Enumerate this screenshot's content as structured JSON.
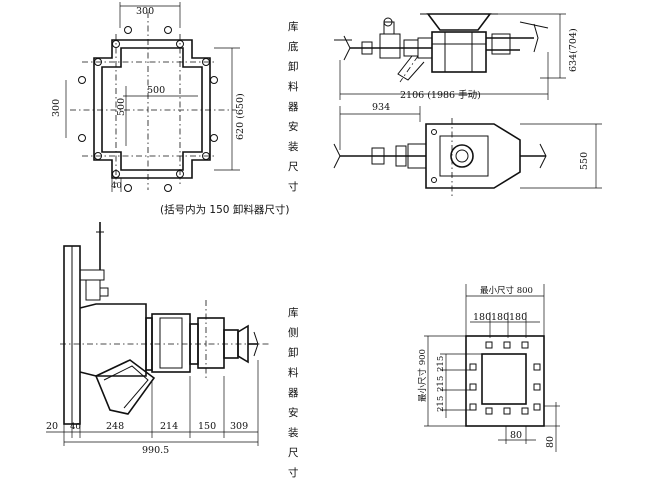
{
  "captions": {
    "bottom_unloader": [
      "库",
      "底",
      "卸",
      "料",
      "器",
      "安",
      "装",
      "尺",
      "寸"
    ],
    "side_unloader": [
      "库",
      "侧",
      "卸",
      "料",
      "器",
      "安",
      "装",
      "尺",
      "寸"
    ],
    "note": "(括号内为 150 卸料器尺寸)"
  },
  "bottom_plan": {
    "dim_top": "300",
    "dim_left": "300",
    "dim_center_h": "500",
    "dim_center_v": "500",
    "dim_right": "620 (650)",
    "dim_bottom": "40"
  },
  "bottom_elevation": {
    "dim_height": "634(704)",
    "dim_length": "2106 (1986 手动)"
  },
  "bottom_top_view": {
    "dim_offset": "934",
    "dim_height": "550"
  },
  "side_elevation": {
    "dims": [
      "20",
      "40",
      "248",
      "214",
      "150",
      "309"
    ],
    "dim_total": "990.5"
  },
  "side_plan": {
    "dim_min_width": "最小尺寸 800",
    "dim_spacing": [
      "180",
      "180",
      "180"
    ],
    "dim_min_height": "最小尺寸 900",
    "dim_side": [
      "215",
      "215",
      "215"
    ],
    "dim_bottom_a": "80",
    "dim_bottom_b": "80"
  }
}
